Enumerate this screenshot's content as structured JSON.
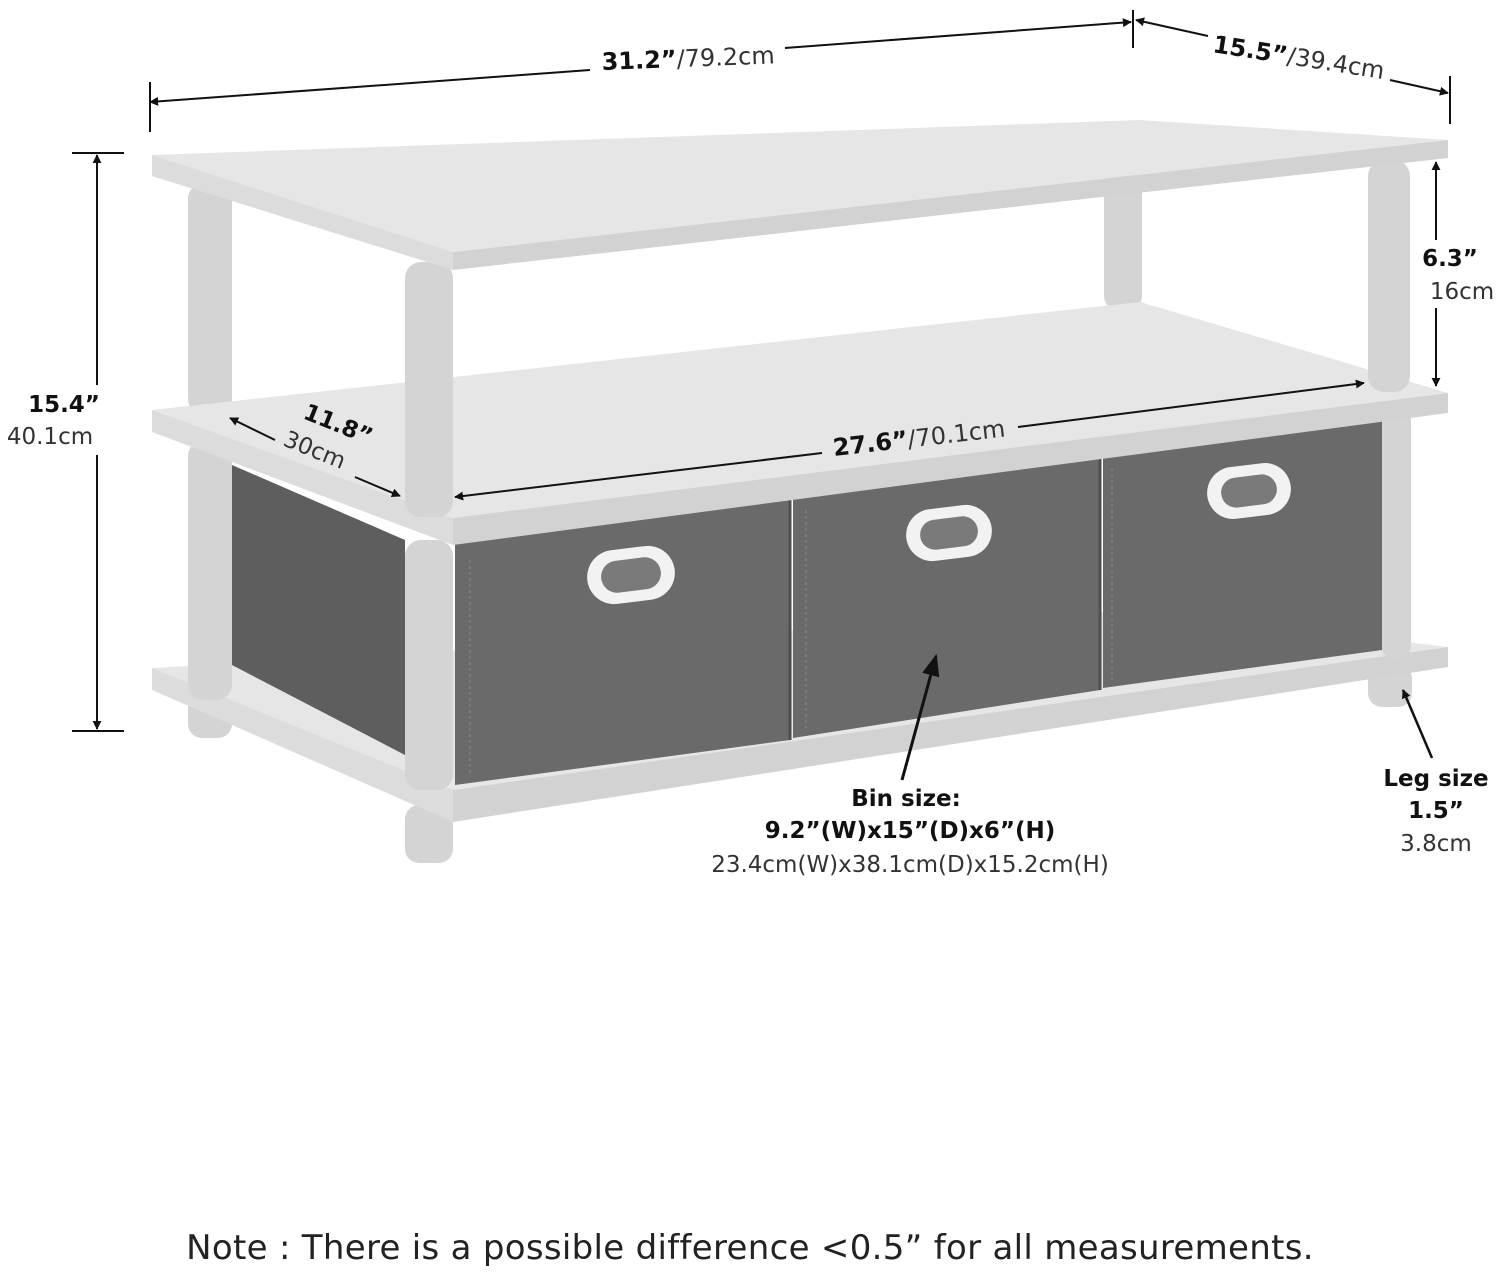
{
  "colors": {
    "panel": "#e6e6e6",
    "panel_edge": "#cfcfcf",
    "leg": "#d4d4d4",
    "bin": "#6a6a6a",
    "bin_dark": "#5e5e5e",
    "line": "#111111"
  },
  "dimensions": {
    "overall_width": {
      "imperial": "31.2”",
      "metric": "/79.2cm"
    },
    "overall_depth": {
      "imperial": "15.5”",
      "metric": "/39.4cm"
    },
    "overall_height": {
      "imperial": "15.4”",
      "metric": "40.1cm"
    },
    "shelf_gap": {
      "imperial": "6.3”",
      "metric": "16cm"
    },
    "inner_depth": {
      "imperial": "11.8”",
      "metric": "30cm"
    },
    "inner_width": {
      "imperial": "27.6”",
      "metric": "/70.1cm"
    }
  },
  "bin": {
    "label": "Bin size:",
    "imperial": "9.2”(W)x15”(D)x6”(H)",
    "metric": "23.4cm(W)x38.1cm(D)x15.2cm(H)"
  },
  "leg": {
    "label": "Leg size",
    "imperial": "1.5”",
    "metric": "3.8cm"
  },
  "note": "Note : There is a possible difference <0.5” for all measurements."
}
